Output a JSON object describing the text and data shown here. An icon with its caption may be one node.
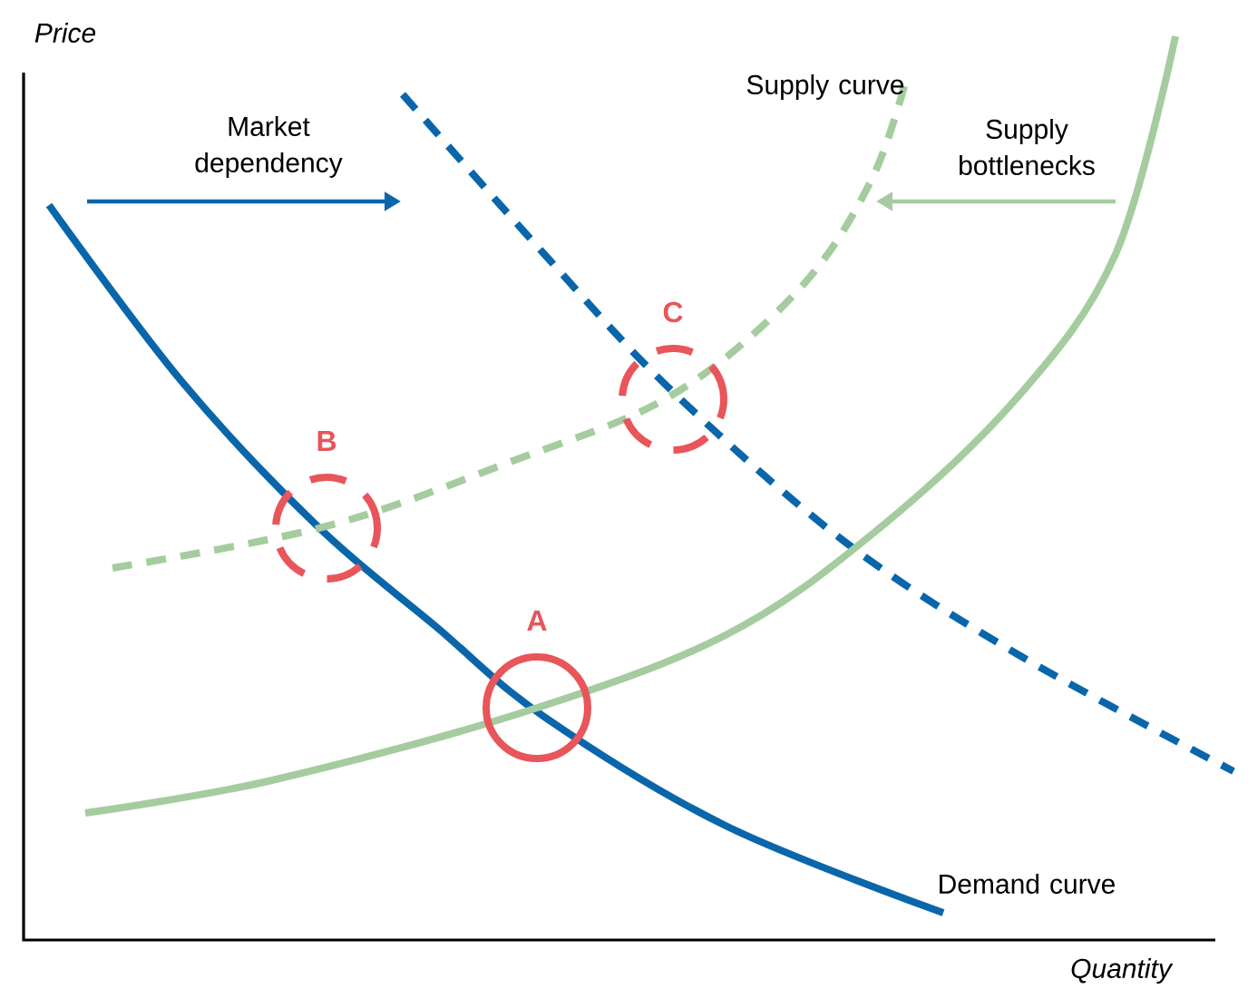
{
  "diagram": {
    "nodes": [
      {
        "text": [
          "A"
        ]
      },
      {
        "text": [
          "B"
        ]
      },
      {
        "text": [
          "C"
        ]
      }
    ],
    "labels": [
      "Price",
      "Market dependency",
      "Supply curve",
      "Supply bottlenecks",
      "Demand curve",
      "Quantity"
    ]
  }
}
